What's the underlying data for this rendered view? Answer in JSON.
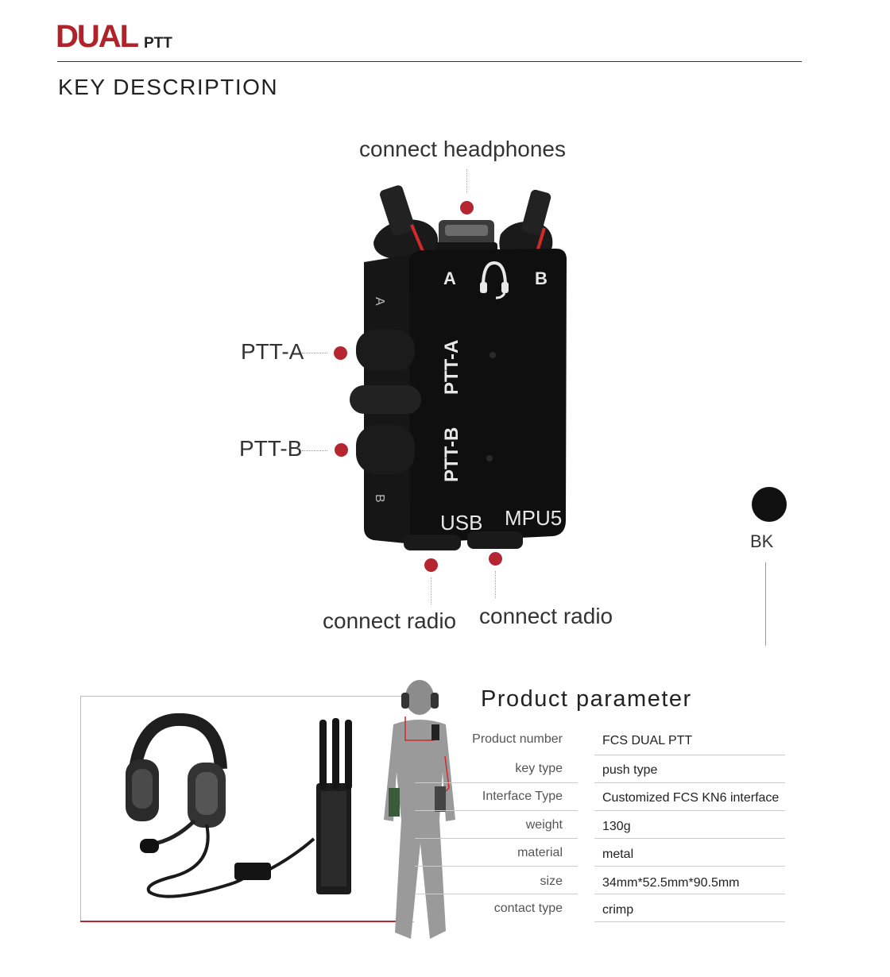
{
  "header": {
    "brand_main": "DUAL",
    "brand_sub": "PTT",
    "section_title": "KEY DESCRIPTION"
  },
  "device": {
    "callouts": {
      "headphones": "connect headphones",
      "ptt_a": "PTT-A",
      "ptt_b": "PTT-B",
      "radio_left": "connect radio",
      "radio_right": "connect radio"
    },
    "printed_labels": {
      "a": "A",
      "b": "B",
      "ptt_a": "PTT-A",
      "ptt_b": "PTT-B",
      "usb": "USB",
      "mpu5": "MPU5"
    },
    "accent_color": "#b52630"
  },
  "color_option": {
    "label": "BK",
    "swatch": "#111111"
  },
  "params": {
    "title": "Product parameter",
    "rows": [
      {
        "label": "Product number",
        "value": "FCS DUAL PTT"
      },
      {
        "label": "key type",
        "value": "push type"
      },
      {
        "label": "Interface Type",
        "value": "Customized FCS KN6 interface"
      },
      {
        "label": "weight",
        "value": "130g"
      },
      {
        "label": "material",
        "value": "metal"
      },
      {
        "label": "size",
        "value": "34mm*52.5mm*90.5mm"
      },
      {
        "label": "contact type",
        "value": "crimp"
      }
    ]
  }
}
